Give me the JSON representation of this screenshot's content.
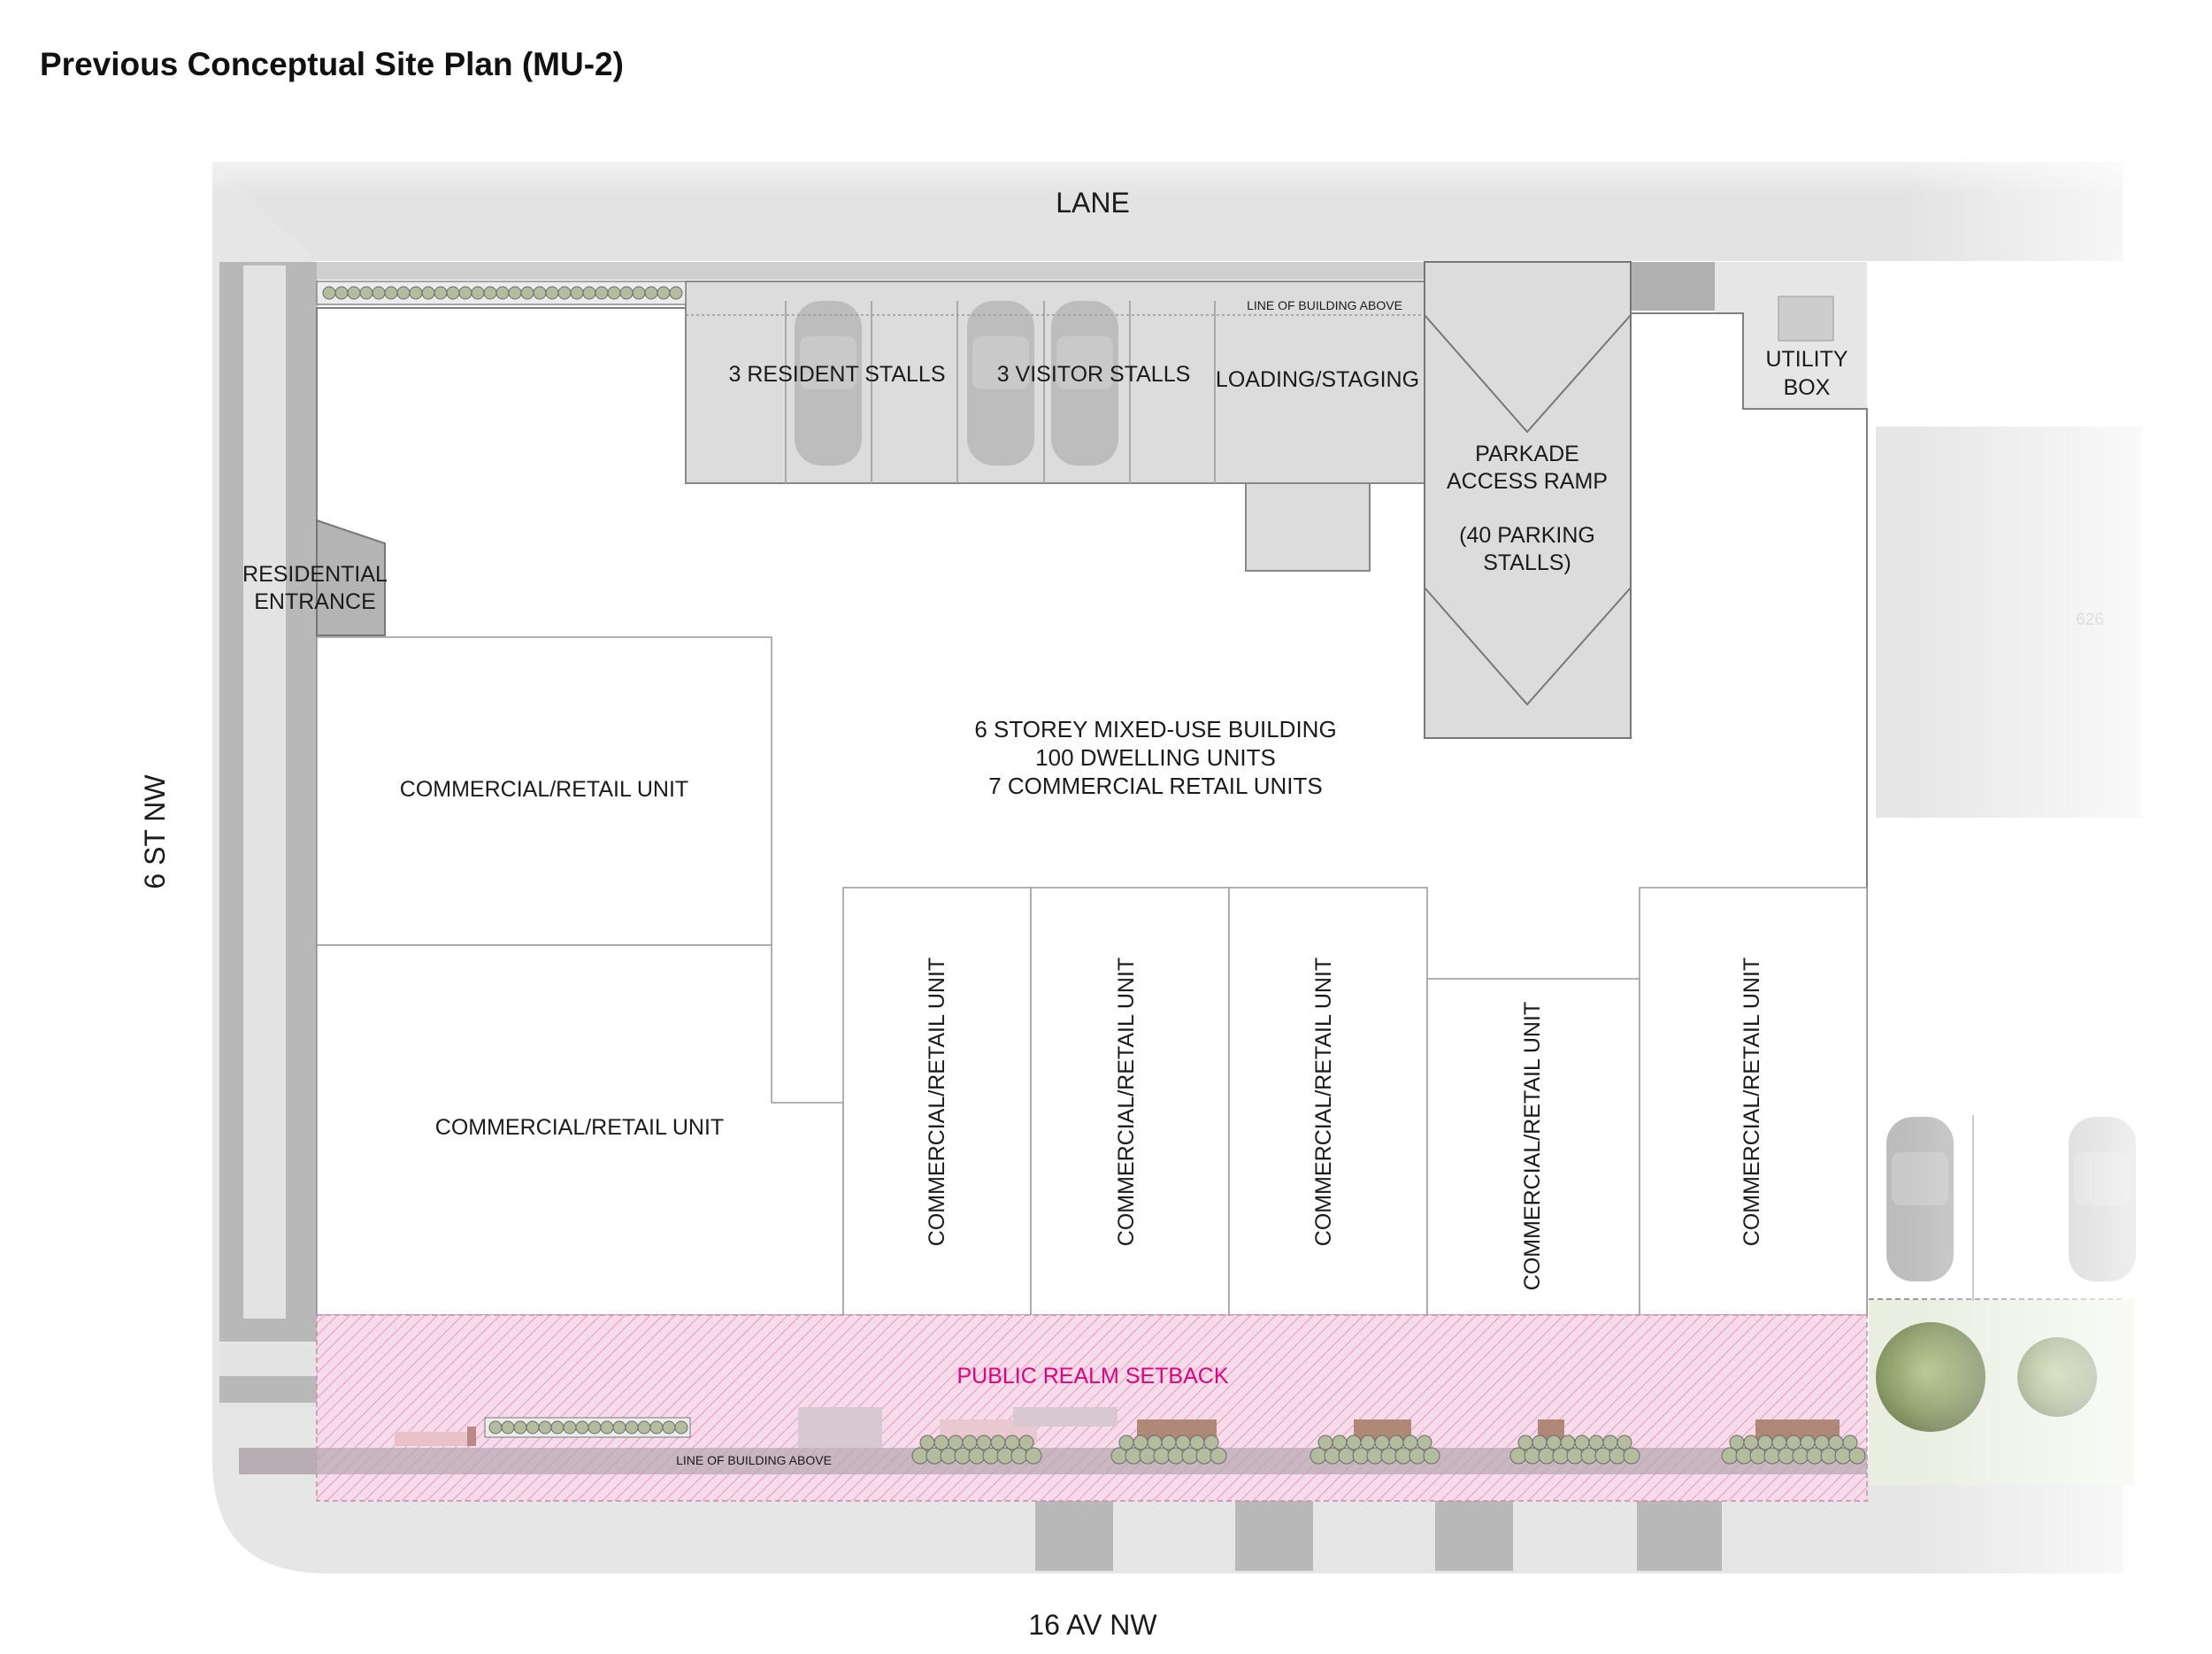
{
  "title": "Previous Conceptual Site Plan (MU-2)",
  "streets": {
    "north": "LANE",
    "west": "6 ST NW",
    "south": "16 AV NW"
  },
  "labels": {
    "residential_entrance": [
      "RESIDENTIAL",
      "ENTRANCE"
    ],
    "resident_stalls": "3 RESIDENT STALLS",
    "visitor_stalls": "3 VISITOR STALLS",
    "loading": "LOADING/STAGING",
    "parkade": [
      "PARKADE",
      "ACCESS RAMP",
      "",
      "(40 PARKING",
      "STALLS)"
    ],
    "utility": [
      "UTILITY",
      "BOX"
    ],
    "building": [
      "6 STOREY MIXED-USE BUILDING",
      "100 DWELLING UNITS",
      "7 COMMERCIAL RETAIL UNITS"
    ],
    "line_above_top": "LINE OF BUILDING ABOVE",
    "line_above_bottom": "LINE OF BUILDING ABOVE",
    "public_realm": "PUBLIC REALM SETBACK",
    "neighbour_address": "626"
  },
  "units": [
    "COMMERCIAL/RETAIL UNIT",
    "COMMERCIAL/RETAIL UNIT",
    "COMMERCIAL/RETAIL UNIT",
    "COMMERCIAL/RETAIL UNIT",
    "COMMERCIAL/RETAIL UNIT",
    "COMMERCIAL/RETAIL UNIT",
    "COMMERCIAL/RETAIL UNIT"
  ],
  "colors": {
    "street": "#e3e3e3",
    "sidewalk": "#b8b8b8",
    "parking": "#dcdcdc",
    "car": "#b9b9b9",
    "setback_hatch": "#e4007c",
    "planting": "#a8b894"
  }
}
